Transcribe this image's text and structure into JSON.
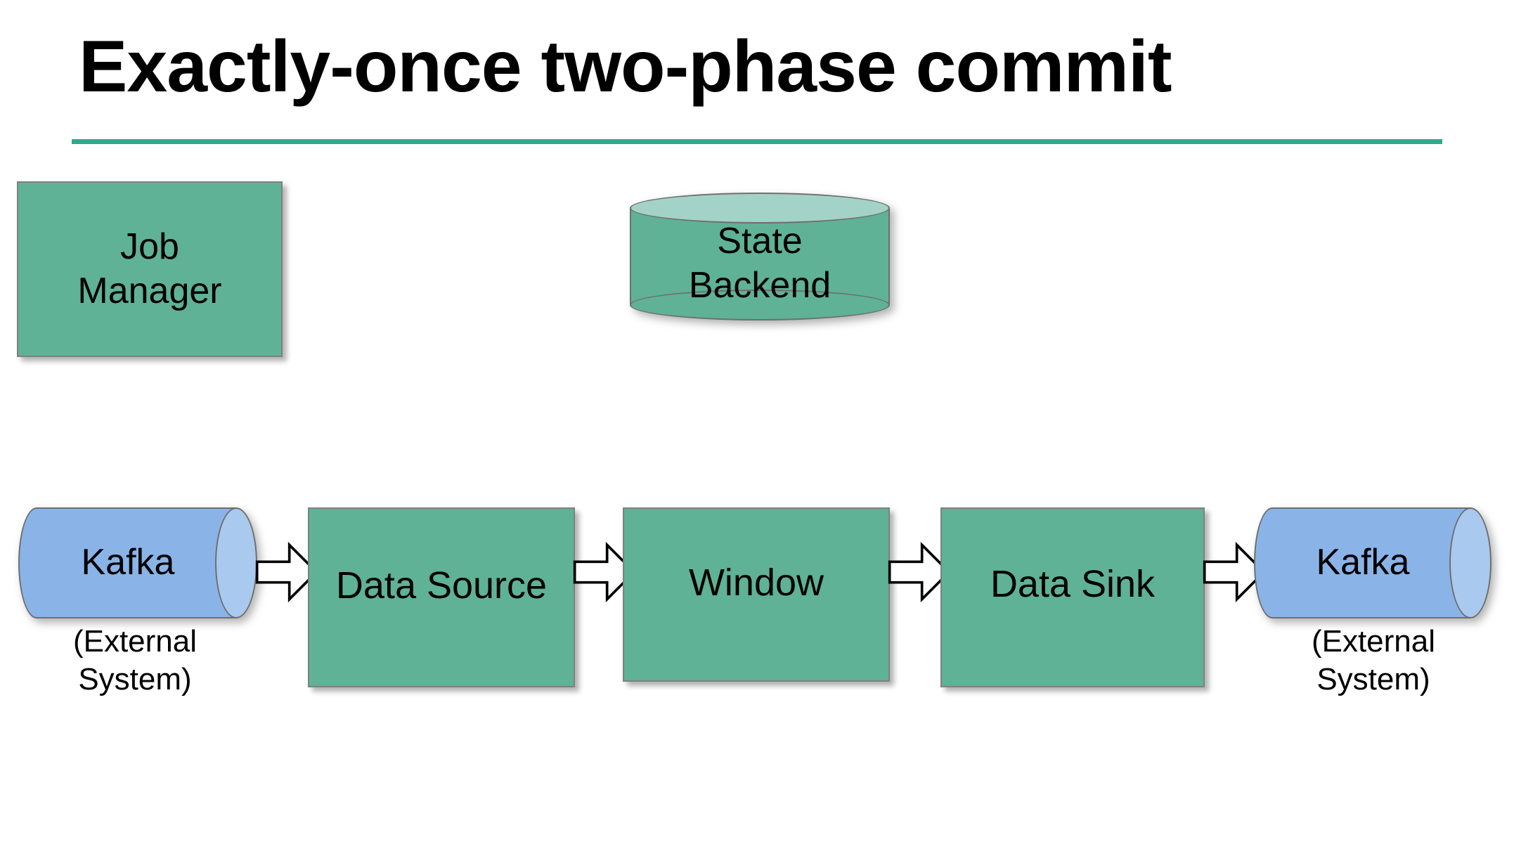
{
  "slide": {
    "title": "Exactly-once two-phase commit",
    "accent_color": "#2FA98B",
    "background_color": "#ffffff",
    "process_color": "#5FB295",
    "external_color": "#8AB4E8",
    "border_color": "#808080",
    "text_color": "#000000"
  },
  "diagram": {
    "nodes": {
      "job_manager": {
        "label": "Job\nManager",
        "shape": "rectangle",
        "color": "#5FB295"
      },
      "state_backend": {
        "label": "State\nBackend",
        "shape": "cylinder",
        "color": "#5FB295",
        "top_color": "#A3D3C6"
      },
      "kafka_source": {
        "label": "Kafka",
        "shape": "cylinder-horizontal",
        "color": "#8AB4E8"
      },
      "kafka_source_caption": "(External\nSystem)",
      "data_source": {
        "label": "Data Source",
        "shape": "rectangle",
        "color": "#5FB295"
      },
      "window": {
        "label": "Window",
        "shape": "rectangle",
        "color": "#5FB295"
      },
      "data_sink": {
        "label": "Data Sink",
        "shape": "rectangle",
        "color": "#5FB295"
      },
      "kafka_sink": {
        "label": "Kafka",
        "shape": "cylinder-horizontal",
        "color": "#8AB4E8"
      },
      "kafka_sink_caption": "(External\nSystem)"
    },
    "edges": [
      {
        "from": "kafka_source",
        "to": "data_source",
        "style": "block-arrow-right"
      },
      {
        "from": "data_source",
        "to": "window",
        "style": "block-arrow-right"
      },
      {
        "from": "window",
        "to": "data_sink",
        "style": "block-arrow-right"
      },
      {
        "from": "data_sink",
        "to": "kafka_sink",
        "style": "block-arrow-right"
      }
    ]
  }
}
